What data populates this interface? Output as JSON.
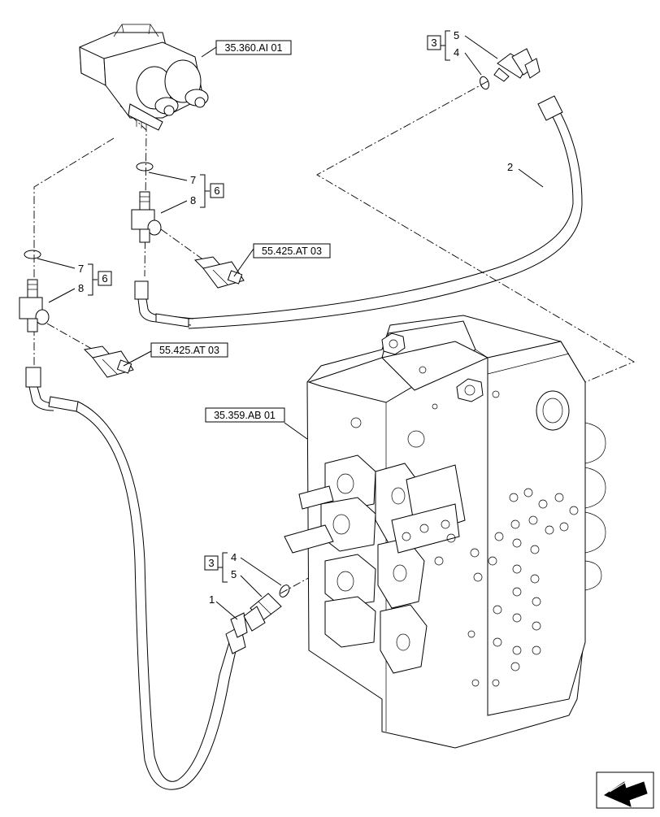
{
  "references": {
    "valve_group": "35.360.AI 01",
    "pressure_sensor_upper": "55.425.AT 03",
    "pressure_sensor_lower": "55.425.AT 03",
    "control_valve": "35.359.AB 01"
  },
  "callouts": {
    "hose_lower": "1",
    "hose_upper": "2",
    "kit_top_box": "3",
    "kit_top_fitting": "5",
    "kit_top_oring": "4",
    "kit_bottom_box": "3",
    "kit_bottom_oring": "4",
    "kit_bottom_fitting": "5",
    "tee_upper_oring": "7",
    "tee_upper_body": "8",
    "tee_upper_box": "6",
    "tee_lower_oring": "7",
    "tee_lower_body": "8",
    "tee_lower_box": "6"
  },
  "icons": {
    "next_page": "arrow-navigation-icon"
  }
}
